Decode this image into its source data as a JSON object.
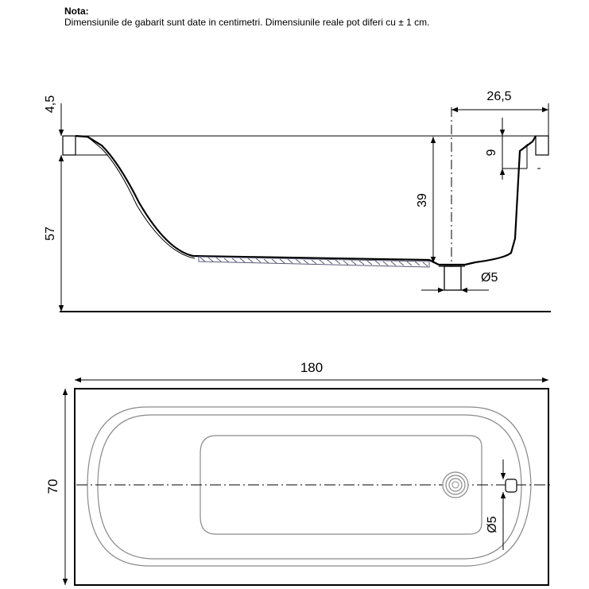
{
  "note": {
    "title": "Nota:",
    "text": "Dimensiunile de gabarit sunt date in centimetri. Dimensiunile reale pot diferi cu ± 1 cm."
  },
  "side_view": {
    "dims": {
      "rim_thickness": "4,5",
      "total_height": "57",
      "depth": "39",
      "drain_offset": "26,5",
      "overflow_height": "9",
      "drain_diameter": "Ø5"
    }
  },
  "top_view": {
    "dims": {
      "length": "180",
      "width": "70",
      "drain_diameter": "Ø5"
    }
  },
  "colors": {
    "line": "#000000",
    "outline_gray": "#8a8a8a",
    "floor_hatch": "#5a5a78"
  }
}
